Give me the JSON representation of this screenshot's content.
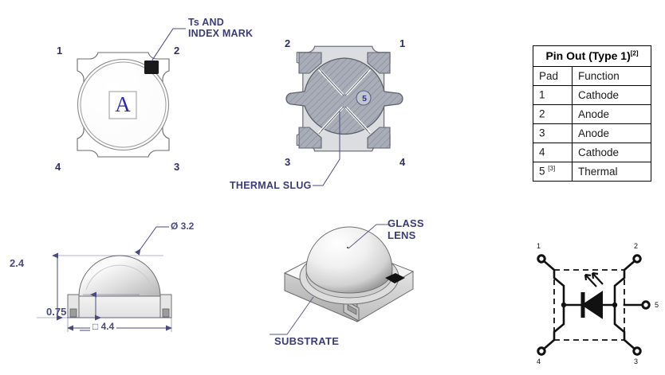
{
  "figure": {
    "title": "LED package mechanical drawings and pin out",
    "accent_label_color": "#3b3b78",
    "pad_number_color": "#2f2f6b",
    "dimension_color": "#4a4a80"
  },
  "top_view": {
    "name": "top-view",
    "pad_numbers": [
      "1",
      "2",
      "4",
      "3"
    ],
    "die_letter": "A",
    "callout": "Ts AND\nINDEX MARK"
  },
  "bottom_view": {
    "name": "bottom-view",
    "pad_numbers": [
      "2",
      "1",
      "3",
      "4"
    ],
    "slug_number": "5",
    "callout": "THERMAL SLUG"
  },
  "side_view": {
    "name": "side-view-dimensions",
    "height_dim": "2.4",
    "standoff_dim": "0.75",
    "width_dim": "□ 4.4",
    "lens_dia_dim": "Ø 3.2"
  },
  "iso_view": {
    "name": "isometric-view",
    "lens_callout": "GLASS\nLENS",
    "substrate_callout": "SUBSTRATE"
  },
  "schematic": {
    "name": "led-schematic",
    "terminals": [
      "1",
      "2",
      "4",
      "3",
      "5"
    ]
  },
  "pin_table": {
    "title": "Pin Out (Type 1)",
    "title_footnote": "[2]",
    "headers": [
      "Pad",
      "Function"
    ],
    "rows": [
      {
        "pad": "1",
        "pad_footnote": "",
        "function": "Cathode"
      },
      {
        "pad": "2",
        "pad_footnote": "",
        "function": "Anode"
      },
      {
        "pad": "3",
        "pad_footnote": "",
        "function": "Anode"
      },
      {
        "pad": "4",
        "pad_footnote": "",
        "function": "Cathode"
      },
      {
        "pad": "5",
        "pad_footnote": "[3]",
        "function": "Thermal"
      }
    ]
  }
}
